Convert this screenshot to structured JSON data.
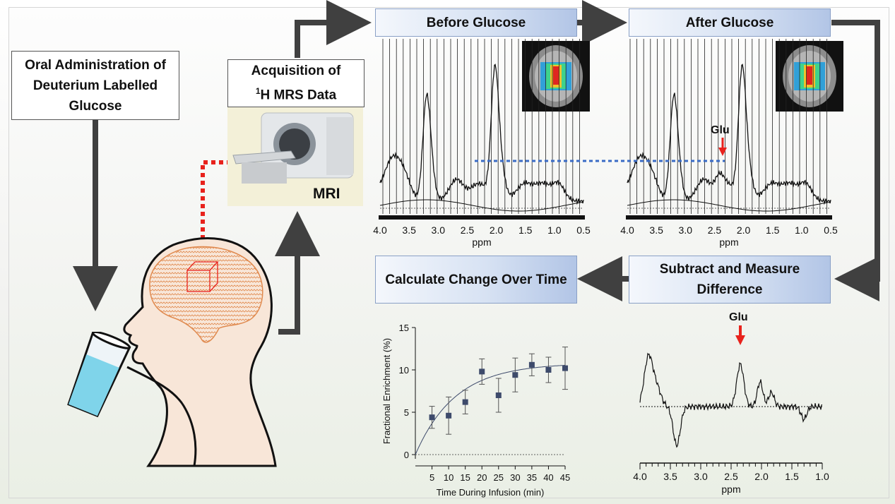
{
  "boxes": {
    "oral": "Oral Administration of Deuterium Labelled Glucose",
    "acq_line1": "Acquisition of",
    "acq_sup": "1",
    "acq_line2": "H MRS Data",
    "before": "Before Glucose",
    "after": "After Glucose",
    "subtract": "Subtract and Measure Difference",
    "calculate": "Calculate Change Over Time"
  },
  "labels": {
    "mri": "MRI",
    "glu": "Glu",
    "ppm": "ppm"
  },
  "spectrum_ticks": [
    "4.0",
    "3.5",
    "3.0",
    "2.5",
    "2.0",
    "1.5",
    "1.0",
    "0.5"
  ],
  "difference_ticks": [
    "4.0",
    "3.5",
    "3.0",
    "2.5",
    "2.0",
    "1.5",
    "1.0"
  ],
  "colors": {
    "arrow": "#404040",
    "red_dotted": "#e8221c",
    "blue_dotted": "#3a6bc6",
    "marker": "#3d4a6b"
  },
  "chart_data": {
    "type": "scatter",
    "title": "",
    "xlabel": "Time During Infusion (min)",
    "ylabel": "Fractional Enrichment (%)",
    "xlim": [
      0,
      45
    ],
    "ylim": [
      0,
      15
    ],
    "x_ticks": [
      5,
      10,
      15,
      20,
      25,
      30,
      35,
      40,
      45
    ],
    "y_ticks": [
      0,
      5,
      10,
      15
    ],
    "series": [
      {
        "x": [
          5,
          10,
          15,
          20,
          25,
          30,
          35,
          40,
          45
        ],
        "y": [
          4.4,
          4.6,
          6.2,
          9.8,
          7.0,
          9.4,
          10.6,
          10.0,
          10.2
        ],
        "error": [
          1.3,
          2.2,
          1.4,
          1.5,
          2.0,
          2.0,
          1.3,
          1.5,
          2.5
        ]
      }
    ],
    "fit": "exponential rise to plateau",
    "grid": false
  }
}
